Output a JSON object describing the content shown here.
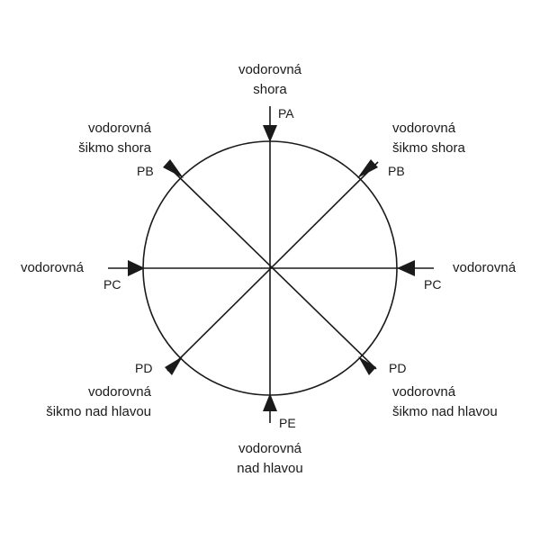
{
  "positions": {
    "top": {
      "code": "PA",
      "label_lines": [
        "vodorovná",
        "shora"
      ]
    },
    "upper_left": {
      "code": "PB",
      "label_lines": [
        "vodorovná",
        "šikmo shora"
      ]
    },
    "upper_right": {
      "code": "PB",
      "label_lines": [
        "vodorovná",
        "šikmo shora"
      ]
    },
    "left": {
      "code": "PC",
      "label_lines": [
        "vodorovná"
      ]
    },
    "right": {
      "code": "PC",
      "label_lines": [
        "vodorovná"
      ]
    },
    "lower_left": {
      "code": "PD",
      "label_lines": [
        "vodorovná",
        "šikmo nad hlavou"
      ]
    },
    "lower_right": {
      "code": "PD",
      "label_lines": [
        "vodorovná",
        "šikmo nad hlavou"
      ]
    },
    "bottom": {
      "code": "PE",
      "label_lines": [
        "vodorovná",
        "nad hlavou"
      ]
    }
  }
}
